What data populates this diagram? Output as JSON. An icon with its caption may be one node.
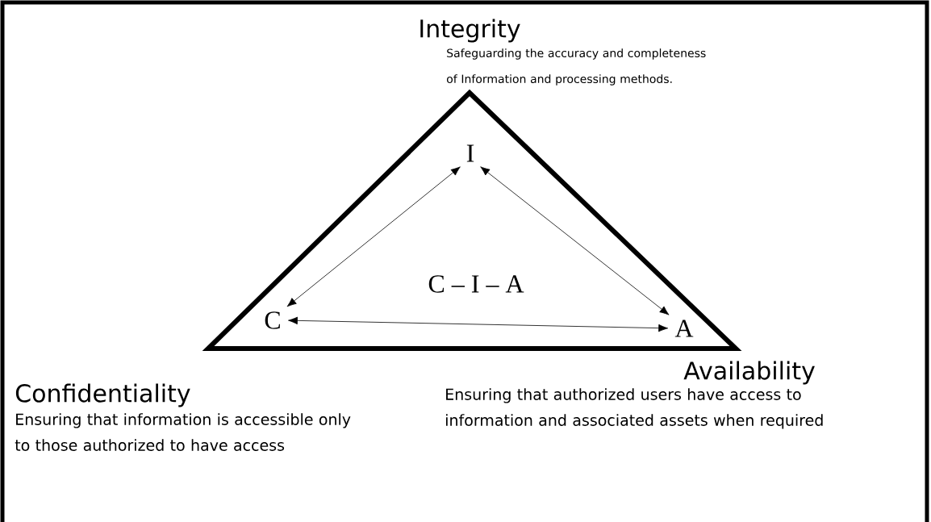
{
  "diagram": {
    "nodes": [
      {
        "text": [
          "C – I – A"
        ]
      },
      {
        "text": [
          "I"
        ],
        "in": 0
      },
      {
        "text": [
          "C"
        ],
        "in": 0
      },
      {
        "text": [
          "A"
        ],
        "in": 0
      }
    ],
    "edges": [
      {
        "from": 2,
        "to": 1,
        "arrow": "both"
      },
      {
        "from": 1,
        "to": 3,
        "arrow": "both"
      },
      {
        "from": 2,
        "to": 3,
        "arrow": "both"
      }
    ],
    "labels": [
      "Integrity",
      "Safeguarding the accuracy and completeness of Information and processing methods.",
      "Availability",
      "Confidentiality",
      "Ensuring that information is accessible only to those authorized to have access",
      "Ensuring that authorized users have access to information and associated assets when required"
    ]
  }
}
